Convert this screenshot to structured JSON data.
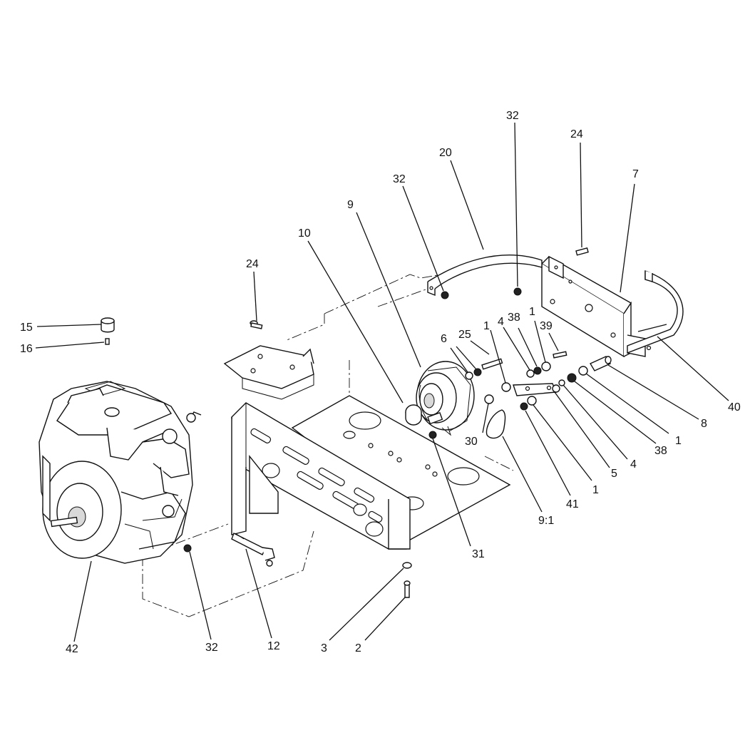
{
  "callouts": {
    "c32_top": "32",
    "c24_top": "24",
    "c20": "20",
    "c32_mid": "32",
    "c7": "7",
    "c9": "9",
    "c10": "10",
    "c24_left": "24",
    "c15": "15",
    "c16": "16",
    "c6": "6",
    "c25": "25",
    "c1_a": "1",
    "c4_a": "4",
    "c38_a": "38",
    "c1_b": "1",
    "c39": "39",
    "c40": "40",
    "c8": "8",
    "c1_c": "1",
    "c38_b": "38",
    "c4_b": "4",
    "c5": "5",
    "c1_d": "1",
    "c30": "30",
    "c41": "41",
    "c9_1": "9:1",
    "c31": "31",
    "c42": "42",
    "c32_bottom": "32",
    "c12": "12",
    "c3": "3",
    "c2": "2"
  }
}
